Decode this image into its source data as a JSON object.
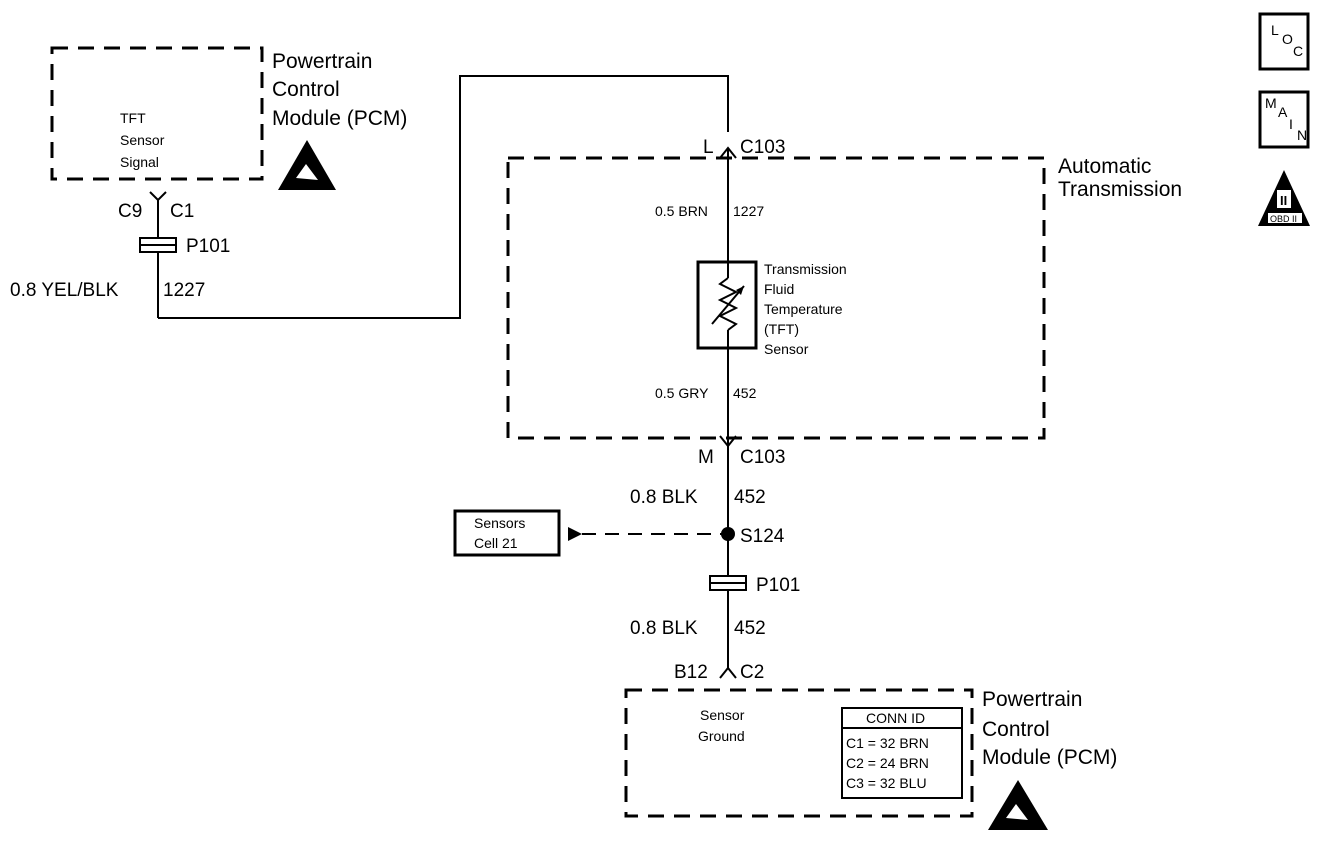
{
  "nav_buttons": {
    "loc": [
      "L",
      "O",
      "C"
    ],
    "main": [
      "M",
      "A",
      "I",
      "N"
    ],
    "obd": {
      "numeral": "II",
      "label": "OBD II"
    }
  },
  "pcm_top": {
    "title": [
      "Powertrain",
      "Control",
      "Module (PCM)"
    ],
    "signal": [
      "TFT",
      "Sensor",
      "Signal"
    ]
  },
  "left_circuit": {
    "connector_pin": "C9",
    "connector_id": "C1",
    "passthrough": "P101",
    "wire_size_color": "0.8 YEL/BLK",
    "circuit": "1227"
  },
  "transmission": {
    "title": [
      "Automatic",
      "Transmission"
    ],
    "top_conn_pin": "L",
    "top_conn_id": "C103",
    "top_wire_size_color": "0.5 BRN",
    "top_circuit": "1227",
    "sensor_label": [
      "Transmission",
      "Fluid",
      "Temperature",
      "(TFT)",
      "Sensor"
    ],
    "bottom_wire_size_color": "0.5 GRY",
    "bottom_circuit": "452",
    "bottom_conn_pin": "M",
    "bottom_conn_id": "C103"
  },
  "ground_circuit": {
    "wire1_size_color": "0.8 BLK",
    "wire1_circuit": "452",
    "splice": "S124",
    "ref_box": [
      "Sensors",
      "Cell 21"
    ],
    "passthrough": "P101",
    "wire2_size_color": "0.8 BLK",
    "wire2_circuit": "452",
    "conn_pin": "B12",
    "conn_id": "C2"
  },
  "pcm_bottom": {
    "title": [
      "Powertrain",
      "Control",
      "Module (PCM)"
    ],
    "signal": [
      "Sensor",
      "Ground"
    ],
    "conn_table_header": "CONN ID",
    "conn_table_rows": [
      "C1 = 32 BRN",
      "C2 = 24 BRN",
      "C3 = 32 BLU"
    ]
  }
}
